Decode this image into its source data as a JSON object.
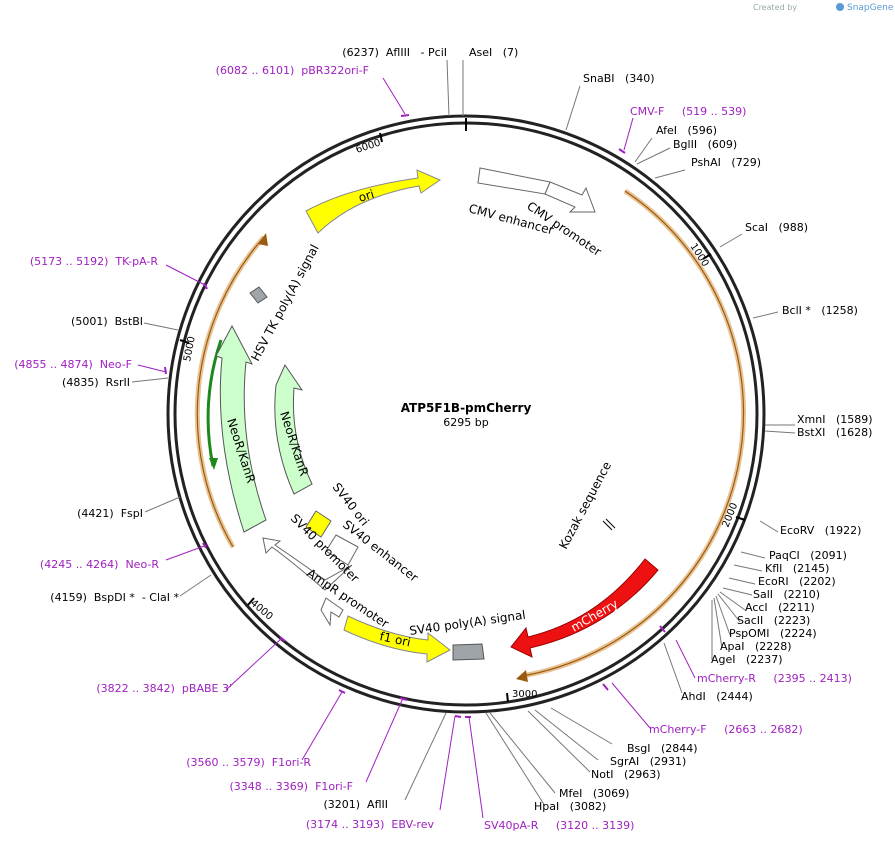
{
  "watermark": {
    "prefix": "Created by",
    "brand": "SnapGene"
  },
  "plasmid": {
    "name": "ATP5F1B-pmCherry",
    "length_label": "6295 bp",
    "length": 6295
  },
  "scale_ticks": [
    "1000",
    "2000",
    "3000",
    "4000",
    "5000",
    "6000"
  ],
  "sites": [
    {
      "label": "(6237)  AflIII   - PciI",
      "pos": 6237
    },
    {
      "label": "AseI   (7)",
      "pos": 7
    },
    {
      "label": "SnaBI   (340)",
      "pos": 340
    },
    {
      "label": "AfeI   (596)",
      "pos": 596
    },
    {
      "label": "BglII   (609)",
      "pos": 609
    },
    {
      "label": "PshAI   (729)",
      "pos": 729
    },
    {
      "label": "ScaI   (988)",
      "pos": 988
    },
    {
      "label": "BclI *   (1258)",
      "pos": 1258
    },
    {
      "label": "XmnI   (1589)",
      "pos": 1589
    },
    {
      "label": "BstXI   (1628)",
      "pos": 1628
    },
    {
      "label": "EcoRV   (1922)",
      "pos": 1922
    },
    {
      "label": "PaqCI   (2091)",
      "pos": 2091
    },
    {
      "label": "KflI   (2145)",
      "pos": 2145
    },
    {
      "label": "EcoRI   (2202)",
      "pos": 2202
    },
    {
      "label": "SalI   (2210)",
      "pos": 2210
    },
    {
      "label": "AccI   (2211)",
      "pos": 2211
    },
    {
      "label": "SacII   (2223)",
      "pos": 2223
    },
    {
      "label": "PspOMI   (2224)",
      "pos": 2224
    },
    {
      "label": "ApaI   (2228)",
      "pos": 2228
    },
    {
      "label": "AgeI   (2237)",
      "pos": 2237
    },
    {
      "label": "AhdI   (2444)",
      "pos": 2444
    },
    {
      "label": "BsgI   (2844)",
      "pos": 2844
    },
    {
      "label": "SgrAI   (2931)",
      "pos": 2931
    },
    {
      "label": "NotI   (2963)",
      "pos": 2963
    },
    {
      "label": "MfeI   (3069)",
      "pos": 3069
    },
    {
      "label": "HpaI   (3082)",
      "pos": 3082
    },
    {
      "label": "(3201)  AflII",
      "pos": 3201
    },
    {
      "label": "(4159)  BspDI *  - ClaI *",
      "pos": 4159
    },
    {
      "label": "(4421)  FspI",
      "pos": 4421
    },
    {
      "label": "(4835)  RsrII",
      "pos": 4835
    },
    {
      "label": "(5001)  BstBI",
      "pos": 5001
    }
  ],
  "primers": [
    {
      "label": "(6082 .. 6101)  pBR322ori-F",
      "pos": 6091
    },
    {
      "label": "CMV-F     (519 .. 539)",
      "pos": 529
    },
    {
      "label": "mCherry-R     (2395 .. 2413)",
      "pos": 2404
    },
    {
      "label": "mCherry-F     (2663 .. 2682)",
      "pos": 2672
    },
    {
      "label": "SV40pA-R     (3120 .. 3139)",
      "pos": 3130
    },
    {
      "label": "(3174 .. 3193)  EBV-rev",
      "pos": 3183
    },
    {
      "label": "(3348 .. 3369)  F1ori-F",
      "pos": 3358
    },
    {
      "label": "(3560 .. 3579)  F1ori-R",
      "pos": 3570
    },
    {
      "label": "(3822 .. 3842)  pBABE 3'",
      "pos": 3832
    },
    {
      "label": "(4245 .. 4264)  Neo-R",
      "pos": 4254
    },
    {
      "label": "(4855 .. 4874)  Neo-F",
      "pos": 4864
    },
    {
      "label": "(5173 .. 5192)  TK-pA-R",
      "pos": 5182
    }
  ],
  "features": [
    {
      "name": "CMV enhancer",
      "color": "#ffffff"
    },
    {
      "name": "CMV promoter",
      "color": "#ffffff"
    },
    {
      "name": "Kozak sequence",
      "color": "#ffffff"
    },
    {
      "name": "mCherry",
      "color": "#ee1111"
    },
    {
      "name": "SV40 poly(A) signal",
      "color": "#9fa4a8"
    },
    {
      "name": "f1 ori",
      "color": "#ffff00"
    },
    {
      "name": "AmpR promoter",
      "color": "#ffffff"
    },
    {
      "name": "SV40 promoter",
      "color": "#ffffff"
    },
    {
      "name": "SV40 enhancer",
      "color": "#ffffff"
    },
    {
      "name": "SV40 ori",
      "color": "#ffff00"
    },
    {
      "name": "NeoR/KanR",
      "color": "#ccffcc"
    },
    {
      "name": "NeoR/KanR",
      "color": "#ccffcc"
    },
    {
      "name": "HSV TK poly(A) signal",
      "color": "#9fa4a8"
    },
    {
      "name": "ori",
      "color": "#ffff00"
    }
  ]
}
